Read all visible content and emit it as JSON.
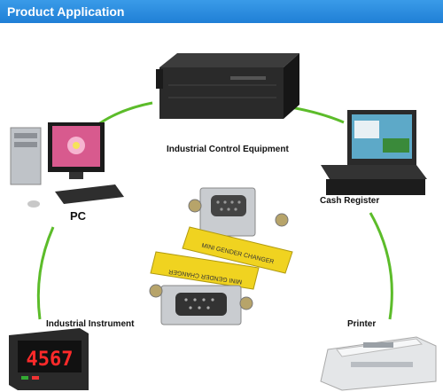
{
  "header": {
    "title": "Product Application"
  },
  "devices": {
    "server": "Industrial Control Equipment",
    "pc": "PC",
    "cash_register": "Cash Register",
    "instrument": "Industrial Instrument",
    "printer": "Printer"
  },
  "adapter": {
    "label_text": "MINI GENDER CHANGER"
  },
  "instrument_display": {
    "value": "4567"
  },
  "colors": {
    "header": "#2b8ee0",
    "arc": "#5cbc2a",
    "adapter_yellow": "#f0d320",
    "display_red": "#ff2a2a"
  }
}
